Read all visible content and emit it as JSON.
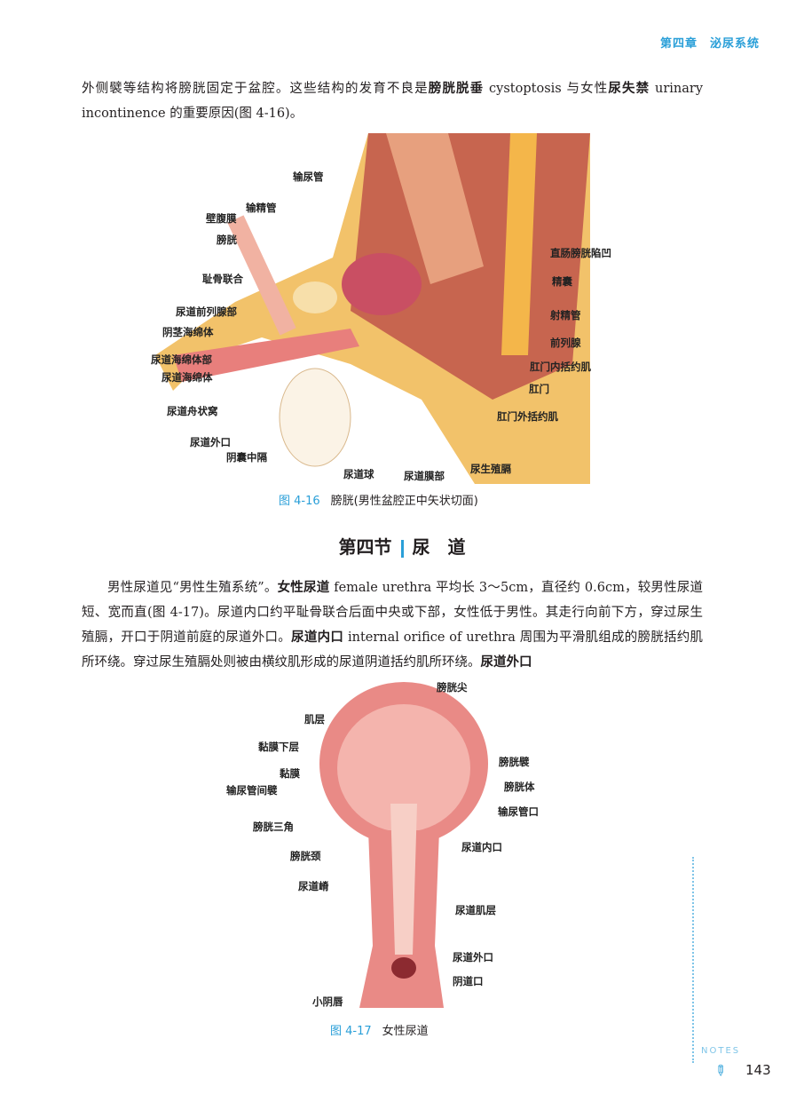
{
  "header": {
    "chapter": "第四章　泌尿系统"
  },
  "para1": {
    "t1": "外侧襞等结构将膀胱固定于盆腔。这些结构的发育不良是",
    "b1": "膀胱脱垂",
    "t2": " cystoptosis 与女性",
    "b2": "尿失禁",
    "t3": " urinary incontinence 的重要原因(图 4-16)。"
  },
  "figure1": {
    "number": "图 4-16",
    "caption": "膀胱(男性盆腔正中矢状切面)",
    "labels": [
      "输尿管",
      "输精管",
      "壁腹膜",
      "膀胱",
      "耻骨联合",
      "尿道前列腺部",
      "阴茎海绵体",
      "尿道海绵体部",
      "尿道海绵体",
      "尿道舟状窝",
      "尿道外口",
      "阴囊中隔",
      "尿道球",
      "尿道膜部",
      "尿生殖膈",
      "直肠膀胱陷凹",
      "精囊",
      "射精管",
      "前列腺",
      "肛门内括约肌",
      "肛门",
      "肛门外括约肌"
    ]
  },
  "section": {
    "number": "第四节",
    "title": "尿　道"
  },
  "para2": {
    "t1": "男性尿道见“男性生殖系统”。",
    "b1": "女性尿道",
    "t2": " female urethra 平均长 3～5cm，直径约 0.6cm，较男性尿道短、宽而直(图 4-17)。尿道内口约平耻骨联合后面中央或下部，女性低于男性。其走行向前下方，穿过尿生殖膈，开口于阴道前庭的尿道外口。",
    "b2": "尿道内口",
    "t3": " internal orifice of urethra 周围为平滑肌组成的膀胱括约肌所环绕。穿过尿生殖膈处则被由横纹肌形成的尿道阴道括约肌所环绕。",
    "b3": "尿道外口"
  },
  "figure2": {
    "number": "图 4-17",
    "caption": "女性尿道",
    "labels": [
      "膀胱尖",
      "肌层",
      "黏膜下层",
      "黏膜",
      "输尿管间襞",
      "膀胱襞",
      "膀胱体",
      "输尿管口",
      "膀胱三角",
      "尿道内口",
      "膀胱颈",
      "尿道嵴",
      "尿道肌层",
      "尿道外口",
      "阴道口",
      "小阴唇"
    ]
  },
  "footer": {
    "notes": "NOTES",
    "page": "143"
  }
}
